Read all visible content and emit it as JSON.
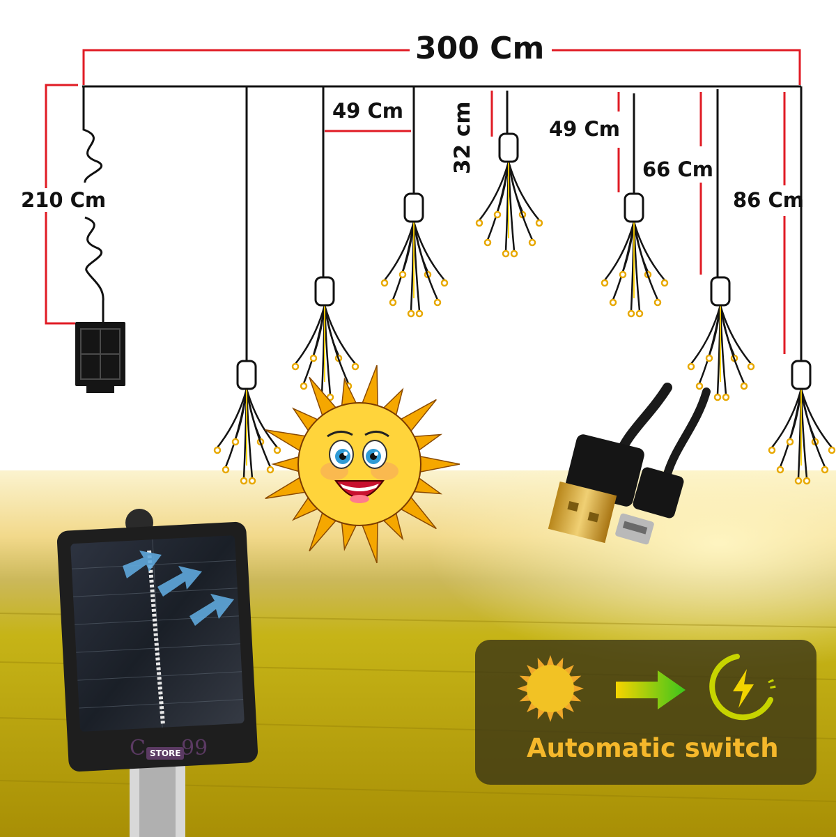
{
  "dimensions": {
    "total_width": "300 Cm",
    "height": "210 Cm",
    "spacing": "49 Cm",
    "drop_short": "32 cm",
    "drop_medium": "49 Cm",
    "drop_long": "66 Cm",
    "drop_longest": "86 Cm"
  },
  "feature": {
    "label": "Automatic switch"
  },
  "watermark": {
    "c": "C",
    "store": "STORE",
    "num": "99"
  },
  "colors": {
    "wire": "#111111",
    "dimension_line": "#e01b24",
    "bulb_tip": "#e7a800",
    "sun_petal": "#f5a700",
    "panel_text": "#f5b82b",
    "field": "#c9b30c"
  },
  "icons": [
    "sun-icon",
    "arrow-right-icon",
    "charge-icon",
    "usb-cable-icon",
    "solar-panel-icon",
    "battery-box-icon"
  ]
}
